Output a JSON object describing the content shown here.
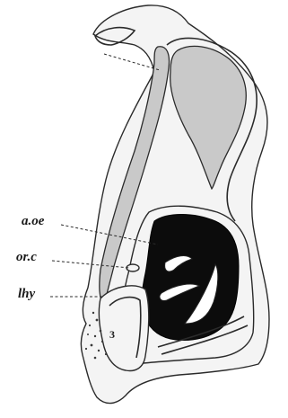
{
  "figure": {
    "labels": {
      "a_oe": "a.oe",
      "or_c": "or.c",
      "lhy": "lhy",
      "num_3": "3"
    }
  }
}
